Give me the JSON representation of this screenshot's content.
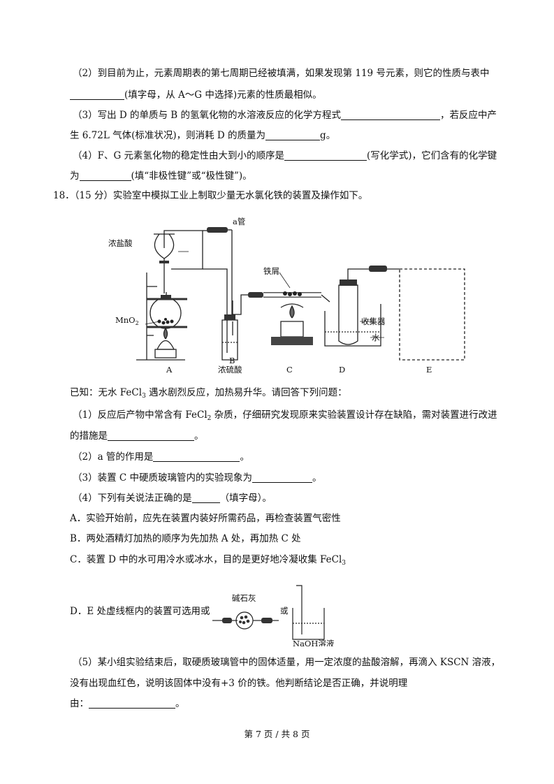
{
  "q17": {
    "p2_a": "（2）到目前为止，元素周期表的第七周期已经被填满，如果发现第 119 号元素，则它的性质与表中",
    "p2_b": "(填字母，从 A～G 中选择)元素的性质最相似。",
    "p3_a": "（3）写出 D 的单质与 B 的氢氧化物的水溶液反应的化学方程式",
    "p3_b": "，若反应中产",
    "p3_c": "生 6.72L 气体(标准状况)，则消耗 D 的质量为",
    "p3_d": "g。",
    "p4_a": "（4）F、G 元素氢化物的稳定性由大到小的顺序是",
    "p4_b": "(写化学式)，它们含有的化学键",
    "p4_c": "为",
    "p4_d": "(填“非极性键”或“极性键”)。"
  },
  "q18": {
    "title": "18．（15 分）实验室中模拟工业上制取少量无水氯化铁的装置及操作如下。",
    "figure_labels": {
      "a_tube": "a管",
      "conc_hcl": "浓盐酸",
      "mno2": "MnO",
      "mno2_sub": "2",
      "iron": "铁屑",
      "collector": "收集器",
      "water": "水",
      "conc_h2so4": "浓硫酸",
      "A": "A",
      "B": "B",
      "C": "C",
      "D": "D",
      "E": "E"
    },
    "known_a": "已知：无水 FeCl",
    "known_sub": "3",
    "known_b": " 遇水剧烈反应，加热易升华。请回答下列问题：",
    "p1_a": "（1）反应后产物中常含有 FeCl",
    "p1_sub": "2",
    "p1_b": " 杂质，仔细研究发现原来实验装置设计存在缺陷，需对装置进行改进",
    "p1_c": "的措施是",
    "p1_d": "。",
    "p2_a": "（2）a 管的作用是",
    "p2_b": "。",
    "p3_a": "（3）装置 C 中硬质玻璃管内的实验现象为",
    "p3_b": "。",
    "p4_a": "（4）下列有关说法正确的是",
    "p4_b": "（填字母）。",
    "optA": "A．实验开始前，应先在装置内装好所需药品，再检查装置气密性",
    "optB": "B．两处酒精灯加热的顺序为先加热 A 处，再加热 C 处",
    "optC_a": "C．装置 D 中的水可用冷水或冰水，目的是更好地冷凝收集 FeCl",
    "optC_sub": "3",
    "optD": "D．E 处虚线框内的装置可选用或",
    "optD_or": "或",
    "soda_lime": "碱石灰",
    "naoh": "NaOH溶液",
    "p5_a": "（5）某小组实验结束后，取硬质玻璃管中的固体适量，用一定浓度的盐酸溶解，再滴入 KSCN 溶液，",
    "p5_b": "没有出现血红色，说明该固体中没有+3 价的铁。他判断结论是否正确，并说明理",
    "p5_c": "由：",
    "p5_d": "。"
  },
  "footer": "第 7 页 / 共 8 页"
}
